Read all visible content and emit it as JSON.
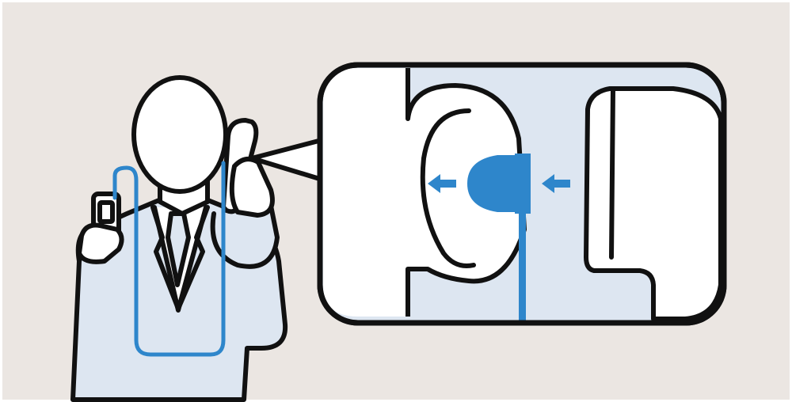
{
  "illustration": {
    "subject": "person-wearing-earphone-and-holding-phone",
    "detail": "earphone-fitting-into-ear-canal",
    "arrows": [
      "arrow-pointing-left-into-ear",
      "arrow-pointing-left-toward-earbud"
    ]
  },
  "colors": {
    "background": "#ebe6e2",
    "outline": "#111111",
    "figure_fill": "#ffffff",
    "suit_fill": "#dde6f1",
    "panel_fill": "#dde6f1",
    "accent_blue": "#2e86cb"
  }
}
